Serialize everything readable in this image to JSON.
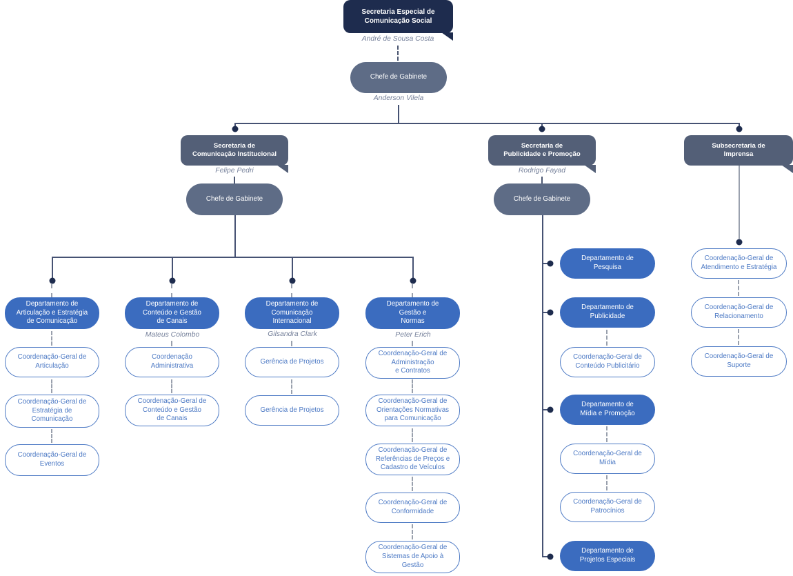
{
  "title": "Organograma - Secretaria Especial de Comunicação Social",
  "colors": {
    "navy": "#1e2c4e",
    "slate": "#535f77",
    "slate_light": "#5e6c86",
    "blue": "#3b6cbf",
    "blue_border": "#4c79c4",
    "line": "#465273",
    "line_gray": "#9aa1ae",
    "dash": "#99a0ad",
    "dash_dark": "#4a5570",
    "person": "#75809a"
  },
  "nodes": {
    "root": {
      "label": "Secretaria Especial de\nComunicação Social",
      "person": "André de Sousa Costa"
    },
    "root_chefe": {
      "label": "Chefe de Gabinete",
      "person": "Anderson Vilela"
    },
    "sec_institucional": {
      "label": "Secretaria de\nComunicação Institucional",
      "person": "Felipe Pedri"
    },
    "sec_institucional_chefe": {
      "label": "Chefe de Gabinete"
    },
    "sec_publicidade": {
      "label": "Secretaria de\nPublicidade e Promoção",
      "person": "Rodrigo Fayad"
    },
    "sec_publicidade_chefe": {
      "label": "Chefe de Gabinete"
    },
    "subsec_imprensa": {
      "label": "Subsecretaria de\nImprensa"
    },
    "dept_articulacao": {
      "label": "Departamento de\nArticulação e Estratégia\nde Comunicação"
    },
    "dept_conteudo": {
      "label": "Departamento de\nConteúdo e Gestão\nde Canais",
      "person": "Mateus Colombo"
    },
    "dept_internacional": {
      "label": "Departamento de\nComunicação\nInternacional",
      "person": "Gilsandra Clark"
    },
    "dept_gestao": {
      "label": "Departamento de\nGestão e\nNormas",
      "person": "Peter Erich"
    },
    "coord_articulacao": {
      "label": "Coordenação-Geral de\nArticulação"
    },
    "coord_estrategia": {
      "label": "Coordenação-Geral de\nEstratégia de\nComunicação"
    },
    "coord_eventos": {
      "label": "Coordenação-Geral de\nEventos"
    },
    "coord_administrativa": {
      "label": "Coordenação\nAdministrativa"
    },
    "coord_conteudo": {
      "label": "Coordenação-Geral de\nConteúdo e Gestão\nde Canais"
    },
    "gerencia_projetos_1": {
      "label": "Gerência de Projetos"
    },
    "gerencia_projetos_2": {
      "label": "Gerência de Projetos"
    },
    "coord_admin_contratos": {
      "label": "Coordenação-Geral de\nAdministração\ne Contratos"
    },
    "coord_orientacoes": {
      "label": "Coordenação-Geral de\nOrientações Normativas\npara Comunicação"
    },
    "coord_referencias": {
      "label": "Coordenação-Geral de\nReferências de Preços e\nCadastro de Veículos"
    },
    "coord_conformidade": {
      "label": "Coordenação-Geral de\nConformidade"
    },
    "coord_sistemas": {
      "label": "Coordenação-Geral de\nSistemas de Apoio à\nGestão"
    },
    "dept_pesquisa": {
      "label": "Departamento de\nPesquisa"
    },
    "dept_publicidade": {
      "label": "Departamento de\nPublicidade"
    },
    "coord_conteudo_publicitario": {
      "label": "Coordenação-Geral de\nConteúdo Publicitário"
    },
    "dept_midia": {
      "label": "Departamento de\nMídia e Promoção"
    },
    "coord_midia": {
      "label": "Coordenação-Geral de\nMídia"
    },
    "coord_patrocinios": {
      "label": "Coordenação-Geral de\nPatrocínios"
    },
    "dept_projetos_especiais": {
      "label": "Departamento de\nProjetos Especiais"
    },
    "coord_atendimento": {
      "label": "Coordenação-Geral de\nAtendimento e Estratégia"
    },
    "coord_relacionamento": {
      "label": "Coordenação-Geral de\nRelacionamento"
    },
    "coord_suporte": {
      "label": "Coordenação-Geral de\nSuporte"
    }
  }
}
